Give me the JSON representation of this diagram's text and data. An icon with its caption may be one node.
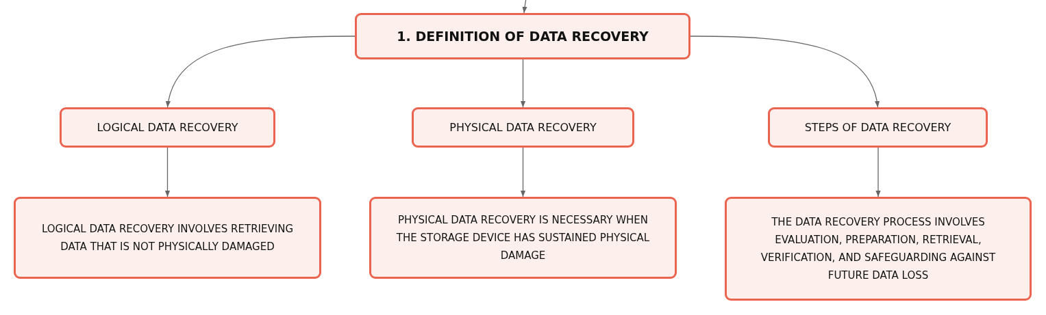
{
  "diagram": {
    "nodes": [
      {
        "text": [
          "1. DEFINITION OF DATA RECOVERY"
        ]
      },
      {
        "text": [
          "LOGICAL DATA RECOVERY"
        ]
      },
      {
        "text": [
          "PHYSICAL DATA RECOVERY"
        ]
      },
      {
        "text": [
          "STEPS OF DATA RECOVERY"
        ]
      },
      {
        "text": [
          "LOGICAL DATA RECOVERY INVOLVES RETRIEVING DATA THAT IS NOT PHYSICALLY DAMAGED"
        ]
      },
      {
        "text": [
          "PHYSICAL DATA RECOVERY IS NECESSARY WHEN THE STORAGE DEVICE HAS SUSTAINED PHYSICAL DAMAGE"
        ]
      },
      {
        "text": [
          "THE DATA RECOVERY PROCESS INVOLVES EVALUATION, PREPARATION, RETRIEVAL, VERIFICATION, AND SAFEGUARDING AGAINST FUTURE DATA LOSS"
        ]
      }
    ],
    "edges": [
      {
        "from": null,
        "to": 0,
        "arrow": "to"
      },
      {
        "from": 0,
        "to": 1,
        "arrow": "to"
      },
      {
        "from": 0,
        "to": 2,
        "arrow": "to"
      },
      {
        "from": 0,
        "to": 3,
        "arrow": "to"
      },
      {
        "from": 1,
        "to": 4,
        "arrow": "to"
      },
      {
        "from": 2,
        "to": 5,
        "arrow": "to"
      },
      {
        "from": 3,
        "to": 6,
        "arrow": "to"
      }
    ]
  }
}
